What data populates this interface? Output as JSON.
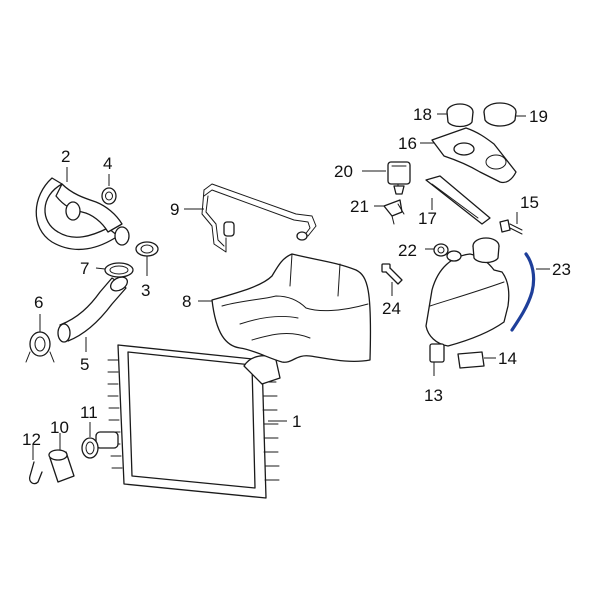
{
  "diagram": {
    "highlight_color": "#1f3f9a",
    "line_color": "#1a1a1a",
    "callouts": [
      "1",
      "2",
      "3",
      "4",
      "5",
      "6",
      "7",
      "8",
      "9",
      "10",
      "11",
      "12",
      "13",
      "14",
      "15",
      "16",
      "17",
      "18",
      "19",
      "20",
      "21",
      "22",
      "23",
      "24"
    ],
    "highlighted_callout": "23"
  }
}
